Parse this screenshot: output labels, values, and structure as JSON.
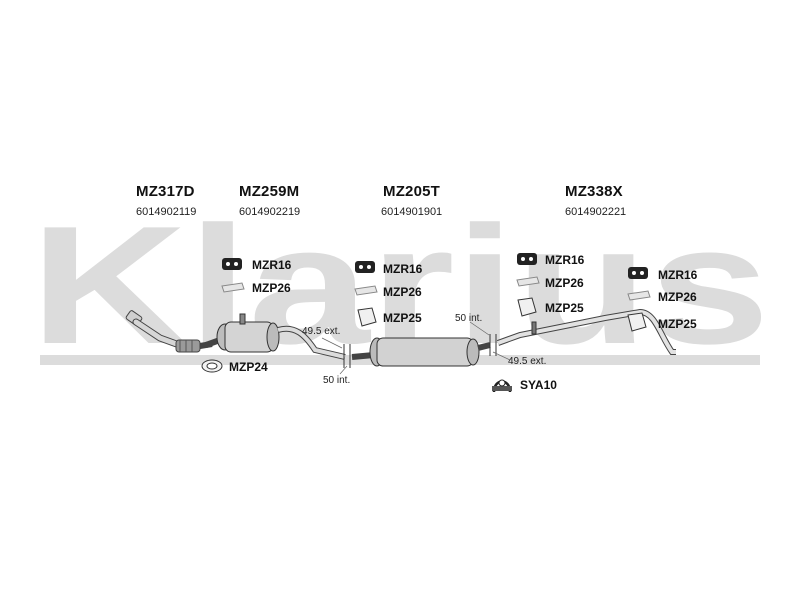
{
  "watermark": {
    "text": "Klarius",
    "color": "#dcdcdc"
  },
  "sections": [
    {
      "code": "MZ317D",
      "number": "6014902119"
    },
    {
      "code": "MZ259M",
      "number": "6014902219"
    },
    {
      "code": "MZ205T",
      "number": "6014901901"
    },
    {
      "code": "MZ338X",
      "number": "6014902221"
    }
  ],
  "fittings": {
    "g1": [
      "MZR16",
      "MZP26"
    ],
    "g2": [
      "MZR16",
      "MZP26",
      "MZP25"
    ],
    "g3": [
      "MZR16",
      "MZP26",
      "MZP25"
    ],
    "g4": [
      "MZR16",
      "MZP26",
      "MZP25"
    ],
    "front": "MZP24",
    "clamp": "SYA10"
  },
  "measurements": {
    "m1": "49.5 ext.",
    "m2": "50 int.",
    "m3": "50 int.",
    "m4": "49.5 ext."
  }
}
